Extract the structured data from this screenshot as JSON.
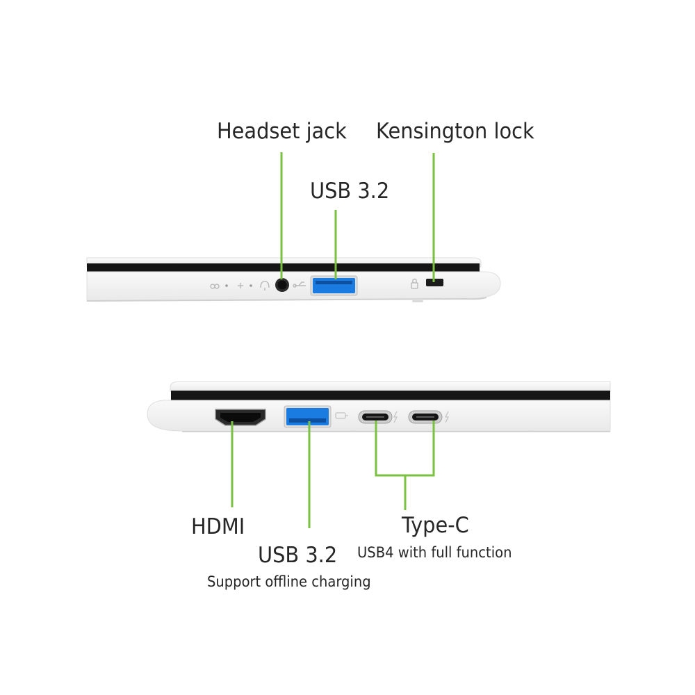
{
  "colors": {
    "callout": "#7ac142",
    "usb_blue": "#1a7be0",
    "chassis_white": "#f7f7f7",
    "bezel_black": "#161616",
    "text": "#262626"
  },
  "top_view": {
    "labels": {
      "headset_jack": "Headset jack",
      "kensington_lock": "Kensington lock",
      "usb": "USB 3.2"
    }
  },
  "bottom_view": {
    "labels": {
      "hdmi": "HDMI",
      "usb": "USB 3.2",
      "usb_note": "Support offline charging",
      "type_c": "Type-C",
      "type_c_note": "USB4 with full function"
    }
  },
  "icons": [
    "battery-led-icon",
    "power-led-icon",
    "headset-icon",
    "usb-symbol-icon",
    "lock-symbol-icon",
    "charging-icon",
    "thunderbolt-icon"
  ]
}
